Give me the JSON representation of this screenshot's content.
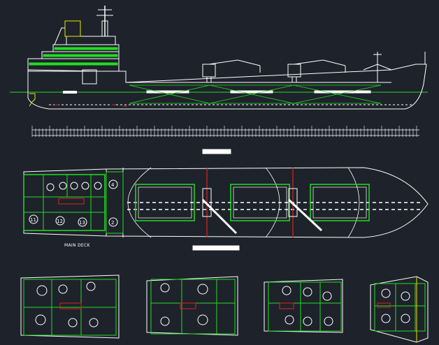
{
  "drawing": {
    "main_deck_label": "MAIN DECK"
  },
  "plan": {
    "room_numbers": [
      "11",
      "12",
      "13",
      "2",
      "4"
    ]
  },
  "colors": {
    "background": "#1e222b",
    "line_white": "#ffffff",
    "line_green": "#22dd22",
    "line_red": "#dd2222",
    "line_yellow": "#e6e600",
    "line_cyan": "#33ccdd",
    "line_gray": "#aaaaaa"
  }
}
